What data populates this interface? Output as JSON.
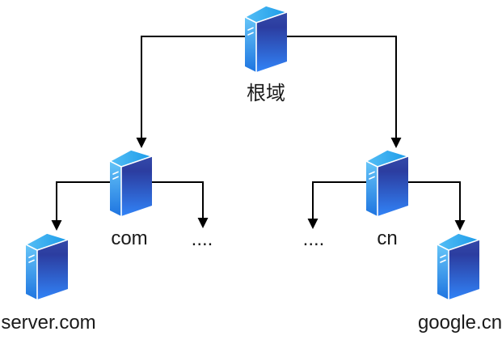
{
  "background_color": "#ffffff",
  "colors": {
    "connector": "#000000",
    "label_text": "#1a1a1a",
    "server_top_face_left": "#55bef5",
    "server_top_face_right": "#1b9be9",
    "server_side_face_top": "#66c6f8",
    "server_side_face_bottom": "#1e74e0",
    "server_front_face_top": "#344aa9",
    "server_front_face_mid": "#2c3da0",
    "server_front_face_bottom": "#3183f7",
    "server_edge_highlight": "#ffffff"
  },
  "nodes": {
    "root": {
      "label": "根域"
    },
    "com": {
      "label": "com"
    },
    "com_more": {
      "label": "...."
    },
    "cn_more": {
      "label": "...."
    },
    "cn": {
      "label": "cn"
    },
    "server_com": {
      "label": "server.com"
    },
    "google_cn": {
      "label": "google.cn"
    }
  },
  "edges": [
    {
      "from": "root",
      "to": "com"
    },
    {
      "from": "root",
      "to": "cn"
    },
    {
      "from": "com",
      "to": "server_com"
    },
    {
      "from": "com",
      "to": "com_more"
    },
    {
      "from": "cn",
      "to": "cn_more"
    },
    {
      "from": "cn",
      "to": "google_cn"
    }
  ]
}
